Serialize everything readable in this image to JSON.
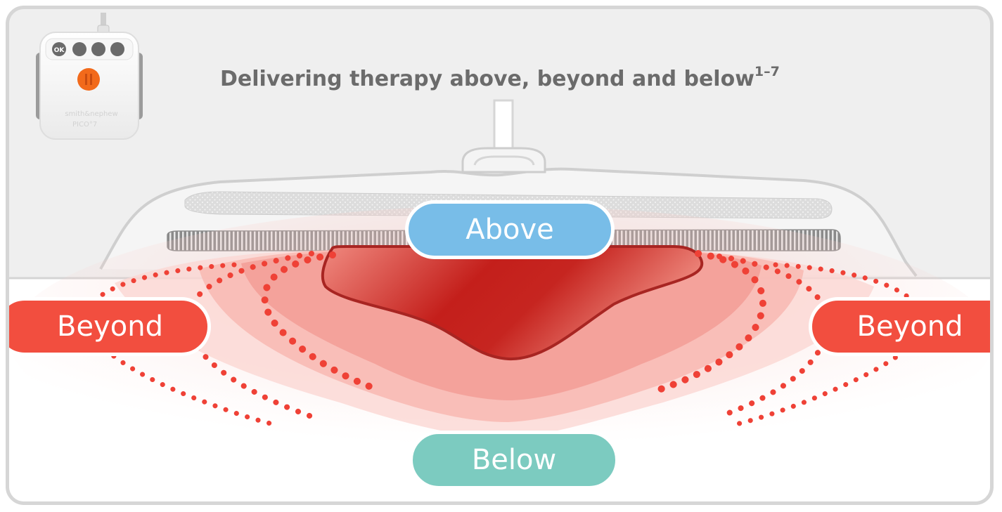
{
  "title": {
    "text": "Delivering therapy above, beyond and below",
    "superscript": "1–7"
  },
  "labels": {
    "above": "Above",
    "beyond_left": "Beyond",
    "beyond_right": "Beyond",
    "below": "Below"
  },
  "device": {
    "brand": "smith&nephew",
    "model": "PICO°7",
    "button_ok": "OK",
    "icon_names": [
      "ok-button",
      "lock-icon",
      "bell-icon",
      "battery-icon",
      "power-button"
    ]
  },
  "colors": {
    "panel_background": "#efefef",
    "panel_border": "#d6d6d6",
    "title_text": "#6b6b6b",
    "above_pill": "#78bde8",
    "beyond_pill": "#f24e3f",
    "below_pill": "#7ccbc0",
    "wound_core": "#c41f1b",
    "device_power_button": "#f26a1b"
  }
}
